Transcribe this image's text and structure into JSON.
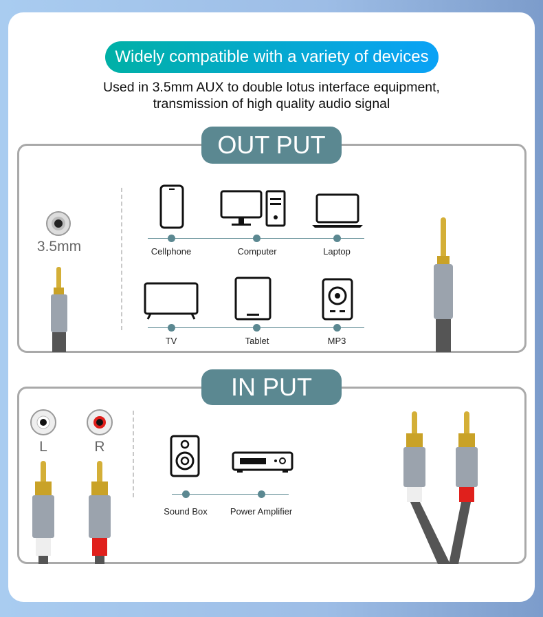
{
  "headline": "Widely compatible with a variety of devices",
  "subtitle": [
    "Used in 3.5mm AUX to double lotus interface equipment,",
    "transmission of high quality audio signal"
  ],
  "output": {
    "title": "OUT PUT",
    "jack_label": "3.5mm",
    "devices": [
      {
        "label": "Cellphone",
        "icon": "cellphone-icon"
      },
      {
        "label": "Computer",
        "icon": "computer-icon"
      },
      {
        "label": "Laptop",
        "icon": "laptop-icon"
      },
      {
        "label": "TV",
        "icon": "tv-icon"
      },
      {
        "label": "Tablet",
        "icon": "tablet-icon"
      },
      {
        "label": "MP3",
        "icon": "mp3-icon"
      }
    ]
  },
  "input": {
    "title": "IN PUT",
    "left_label": "L",
    "right_label": "R",
    "devices": [
      {
        "label": "Sound Box",
        "icon": "speaker-icon"
      },
      {
        "label": "Power Amplifier",
        "icon": "amplifier-icon"
      }
    ]
  },
  "colors": {
    "accent": "#5b8891",
    "red": "#e0201c",
    "gold": "#c9a227"
  }
}
